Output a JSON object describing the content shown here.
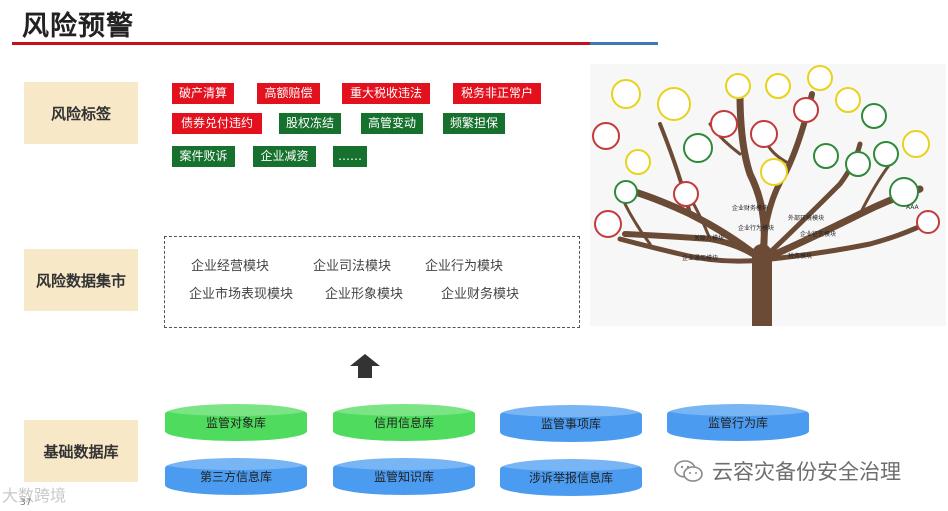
{
  "title": "风险预警",
  "labels": {
    "risk_tags": "风险标签",
    "risk_data_market": "风险数据集市",
    "base_db": "基础数据库"
  },
  "tags": [
    {
      "text": "破产清算",
      "color": "red"
    },
    {
      "text": "高额赔偿",
      "color": "red"
    },
    {
      "text": "重大税收违法",
      "color": "red"
    },
    {
      "text": "税务非正常户",
      "color": "red"
    },
    {
      "text": "债券兑付违约",
      "color": "red"
    },
    {
      "text": "股权冻结",
      "color": "green"
    },
    {
      "text": "高管变动",
      "color": "green"
    },
    {
      "text": "频繁担保",
      "color": "green"
    },
    {
      "text": "案件败诉",
      "color": "green"
    },
    {
      "text": "企业减资",
      "color": "green"
    },
    {
      "text": "……",
      "color": "green"
    }
  ],
  "modules": [
    "企业经营模块",
    "企业司法模块",
    "企业行为模块",
    "企业市场表现模块",
    "企业形象模块",
    "企业财务模块"
  ],
  "databases": [
    {
      "text": "监管对象库",
      "color": "green"
    },
    {
      "text": "信用信息库",
      "color": "green"
    },
    {
      "text": "监管事项库",
      "color": "blue"
    },
    {
      "text": "监管行为库",
      "color": "blue"
    },
    {
      "text": "第三方信息库",
      "color": "blue"
    },
    {
      "text": "监管知识库",
      "color": "blue"
    },
    {
      "text": "涉诉举报信息库",
      "color": "blue"
    }
  ],
  "tree": {
    "branch_labels": [
      "企业财务模块",
      "企业行为模块",
      "关联方模块",
      "企业通用模块",
      "外部环境模块",
      "企业征信模块",
      "税务模块"
    ],
    "leaf_text_1": "AAA"
  },
  "watermark_left": "大数跨境",
  "page_number": "37",
  "watermark_right": "云容灾备份安全治理",
  "colors": {
    "red_tag": "#e3101d",
    "green_tag": "#16702e",
    "label_bg": "#f7e8c7",
    "cyl_green": "#4fdc5e",
    "cyl_blue": "#4b9cf0",
    "title_rule": "#c0111c"
  }
}
